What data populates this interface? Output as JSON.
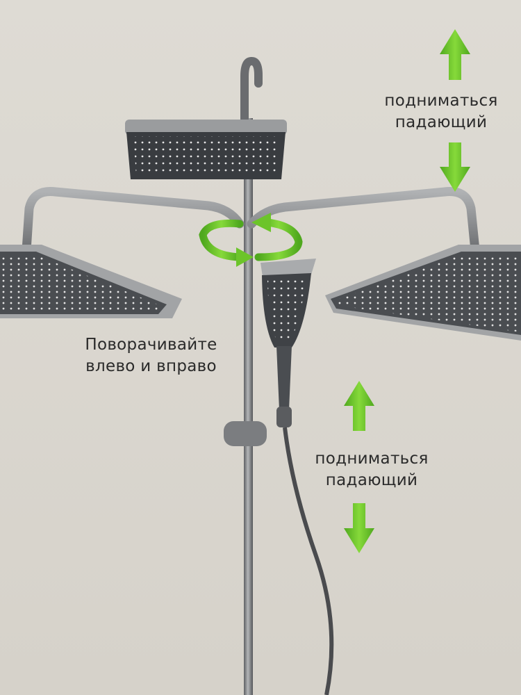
{
  "colors": {
    "background": "#ddd9d2",
    "metal": "#8a8c8e",
    "head_face": "#3c3f43",
    "arrow_green": "#6cc42a"
  },
  "labels": {
    "top_right": {
      "line1": "подниматься",
      "line2": "падающий"
    },
    "rotate": {
      "line1": "Поворачивайте",
      "line2": "влево и вправо"
    },
    "bottom_right": {
      "line1": "подниматься",
      "line2": "падающий"
    }
  }
}
